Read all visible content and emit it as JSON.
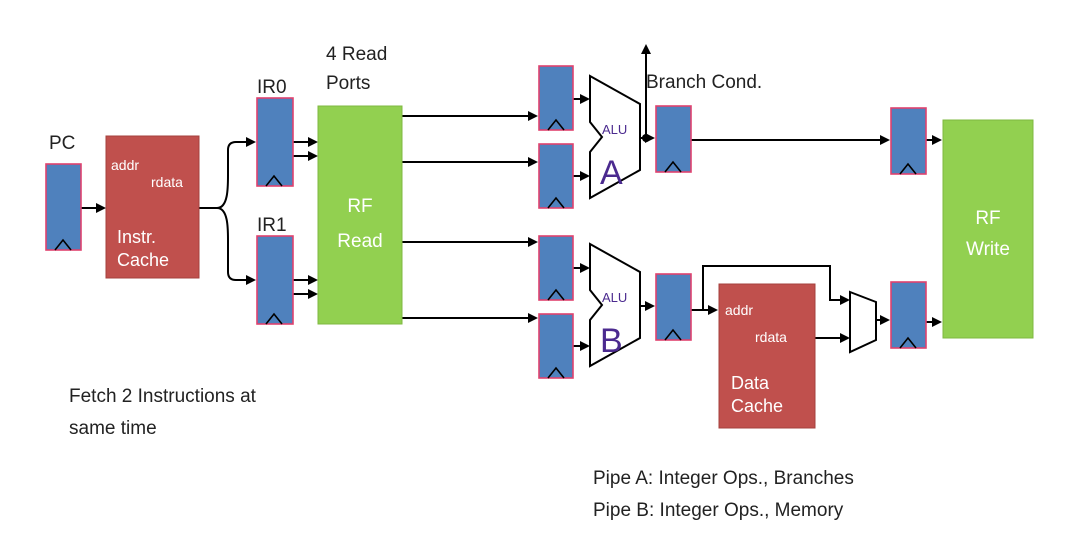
{
  "labels": {
    "pc": "PC",
    "ir0": "IR0",
    "ir1": "IR1",
    "read_ports": [
      "4 Read",
      "Ports"
    ],
    "branch_cond": "Branch Cond.",
    "instr_cache": {
      "addr": "addr",
      "rdata": "rdata",
      "name": [
        "Instr.",
        "Cache"
      ]
    },
    "rf_read": [
      "RF",
      "Read"
    ],
    "rf_write": [
      "RF",
      "Write"
    ],
    "alu_a": {
      "top": "ALU",
      "letter": "A"
    },
    "alu_b": {
      "top": "ALU",
      "letter": "B"
    },
    "data_cache": {
      "addr": "addr",
      "rdata": "rdata",
      "name": [
        "Data",
        "Cache"
      ]
    },
    "fetch_note": [
      "Fetch 2 Instructions at",
      "same time"
    ],
    "pipe_notes": [
      "Pipe A: Integer Ops., Branches",
      "Pipe B: Integer Ops., Memory"
    ]
  },
  "colors": {
    "register": "#4f81bd",
    "register_border": "#e0426e",
    "cache": "#c0504d",
    "register_file": "#92d050",
    "alu_text": "#4b2a8f"
  }
}
